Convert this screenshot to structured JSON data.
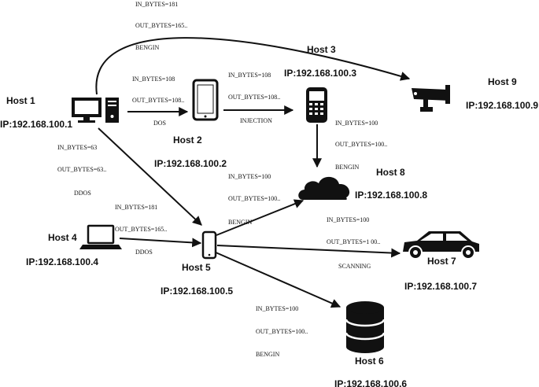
{
  "hosts": {
    "h1": {
      "name": "Host 1",
      "ip": "IP:192.168.100.1",
      "icon": "desktop-computer-icon"
    },
    "h2": {
      "name": "Host 2",
      "ip": "IP:192.168.100.2",
      "icon": "tablet-icon"
    },
    "h3": {
      "name": "Host 3",
      "ip": "IP:192.168.100.3",
      "icon": "feature-phone-icon"
    },
    "h4": {
      "name": "Host 4",
      "ip": "IP:192.168.100.4",
      "icon": "laptop-icon"
    },
    "h5": {
      "name": "Host 5",
      "ip": "IP:192.168.100.5",
      "icon": "smartphone-icon"
    },
    "h6": {
      "name": "Host 6",
      "ip": "IP:192.168.100.6",
      "icon": "database-icon"
    },
    "h7": {
      "name": "Host 7",
      "ip": "IP:192.168.100.7",
      "icon": "car-icon"
    },
    "h8": {
      "name": "Host 8",
      "ip": "IP:192.168.100.8",
      "icon": "cloud-icon"
    },
    "h9": {
      "name": "Host 9",
      "ip": "IP:192.168.100.9",
      "icon": "security-camera-icon"
    }
  },
  "edges": {
    "h1_h9": {
      "in": "IN_BYTES=181",
      "out": "OUT_BYTES=165..",
      "type": "BENGIN"
    },
    "h1_h2": {
      "in": "IN_BYTES=108",
      "out": "OUT_BYTES=108..",
      "type": "DOS"
    },
    "h2_h3": {
      "in": "IN_BYTES=108",
      "out": "OUT_BYTES=108..",
      "type": "INJECTION"
    },
    "h3_h8": {
      "in": "IN_BYTES=100",
      "out": "OUT_BYTES=100..",
      "type": "BENGIN"
    },
    "h1_h5": {
      "in": "IN_BYTES=63",
      "out": "OUT_BYTES=63..",
      "type": "DDOS"
    },
    "h5_h8": {
      "in": "IN_BYTES=100",
      "out": "OUT_BYTES=100..",
      "type": "BENGIN"
    },
    "h4_h5": {
      "in": "IN_BYTES=181",
      "out": "OUT_BYTES=165..",
      "type": "DDOS"
    },
    "h5_h7": {
      "in": "IN_BYTES=100",
      "out": "OUT_BYTES=1 00..",
      "type": "SCANNING"
    },
    "h5_h6": {
      "in": "IN_BYTES=100",
      "out": "OUT_BYTES=100..",
      "type": "BENGIN"
    }
  }
}
